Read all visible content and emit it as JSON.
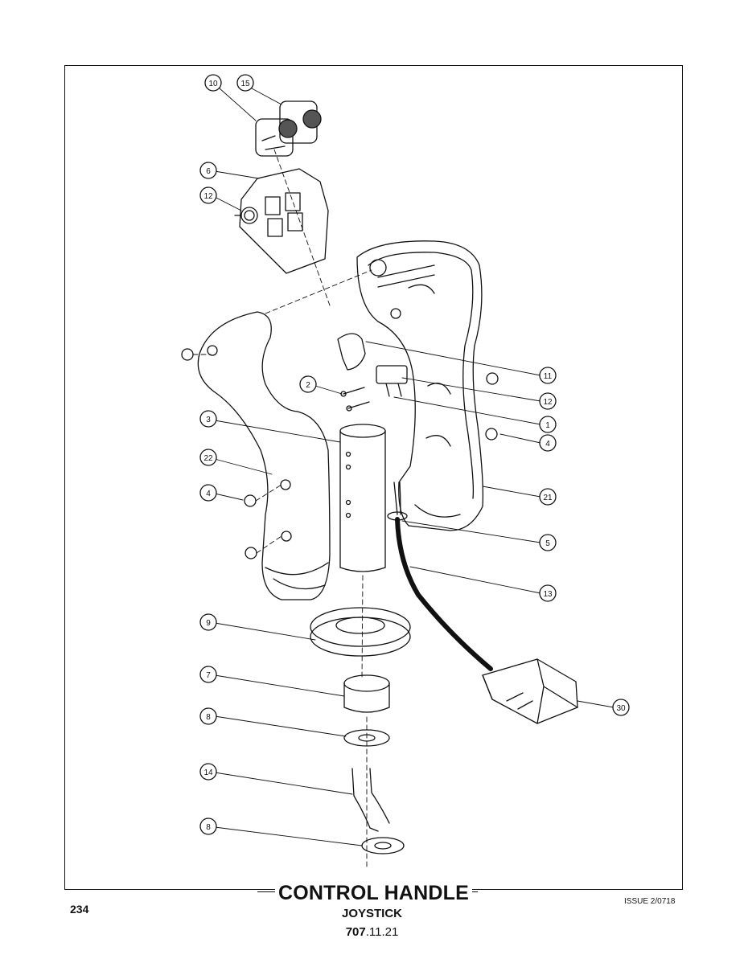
{
  "page": {
    "title": "CONTROL HANDLE",
    "subtitle": "JOYSTICK",
    "code_bold": "707",
    "code_rest": ".11.21",
    "page_number": "234",
    "issue": "ISSUE 2/0718"
  },
  "callouts": [
    {
      "id": "c10",
      "label": "10"
    },
    {
      "id": "c15",
      "label": "15"
    },
    {
      "id": "c6",
      "label": "6"
    },
    {
      "id": "c12a",
      "label": "12"
    },
    {
      "id": "c2",
      "label": "2"
    },
    {
      "id": "c11",
      "label": "11"
    },
    {
      "id": "c12b",
      "label": "12"
    },
    {
      "id": "c1",
      "label": "1"
    },
    {
      "id": "c4a",
      "label": "4"
    },
    {
      "id": "c3",
      "label": "3"
    },
    {
      "id": "c22",
      "label": "22"
    },
    {
      "id": "c4b",
      "label": "4"
    },
    {
      "id": "c21",
      "label": "21"
    },
    {
      "id": "c5",
      "label": "5"
    },
    {
      "id": "c13",
      "label": "13"
    },
    {
      "id": "c9",
      "label": "9"
    },
    {
      "id": "c7",
      "label": "7"
    },
    {
      "id": "c30",
      "label": "30"
    },
    {
      "id": "c8a",
      "label": "8"
    },
    {
      "id": "c14",
      "label": "14"
    },
    {
      "id": "c8b",
      "label": "8"
    }
  ]
}
